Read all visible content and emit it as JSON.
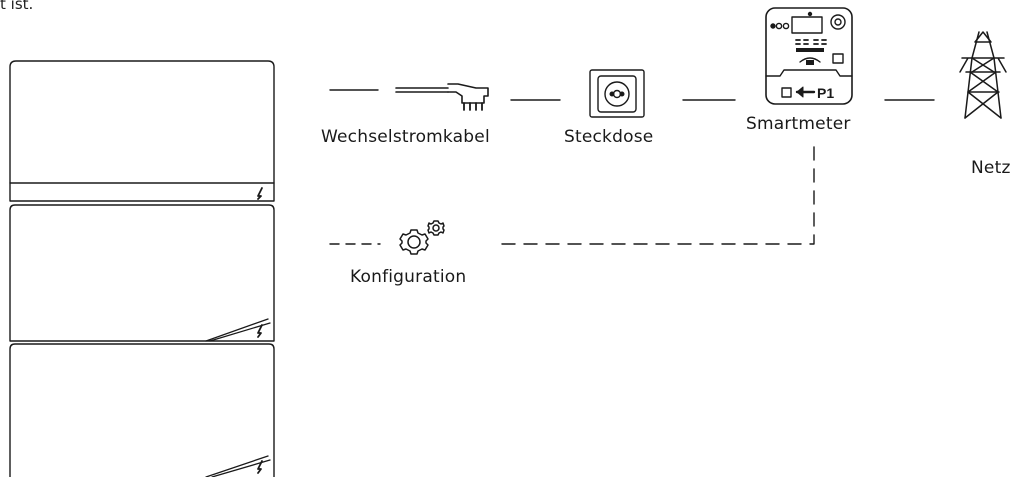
{
  "top_text": "t ist.",
  "labels": {
    "cable": "Wechselstromkabel",
    "socket": "Steckdose",
    "meter": "Smartmeter",
    "grid": "Netz",
    "config": "Konfiguration"
  },
  "meter_port": "P1"
}
